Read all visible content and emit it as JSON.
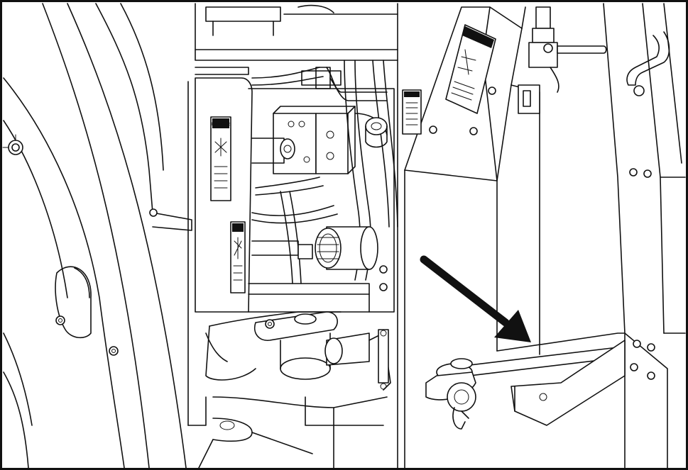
{
  "decals": {
    "danger_left": "DANGER",
    "warning_upper": "WARNING",
    "warning_small": "WARNING"
  },
  "colors": {
    "line": "#111111",
    "background": "#ffffff",
    "arrow": "#111111"
  },
  "icons": [
    "nut-icon",
    "hose-icon",
    "valve-icon",
    "filter-icon",
    "arrow-icon",
    "warning-decal-icon"
  ]
}
